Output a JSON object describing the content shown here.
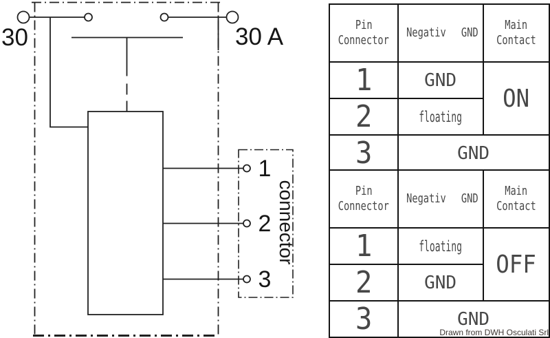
{
  "schematic": {
    "terminal_left_label": "30",
    "terminal_right_label": "30 A",
    "pin_labels": [
      "1",
      "2",
      "3"
    ],
    "connector_label": "connector"
  },
  "tables": {
    "on": {
      "header": {
        "col1": [
          "Pin",
          "Connector"
        ],
        "col2": [
          "Negativ",
          "GND"
        ],
        "col3": [
          "Main",
          "Contact"
        ]
      },
      "rows": {
        "r1": {
          "pin": "1",
          "neg": "GND"
        },
        "r2": {
          "pin": "2",
          "neg": "floating"
        },
        "r3": {
          "pin": "3",
          "neg": "GND"
        }
      },
      "main_contact": "ON"
    },
    "off": {
      "header": {
        "col1": [
          "Pin",
          "Connector"
        ],
        "col2": [
          "Negativ",
          "GND"
        ],
        "col3": [
          "Main",
          "Contact"
        ]
      },
      "rows": {
        "r1": {
          "pin": "1",
          "neg": "floating"
        },
        "r2": {
          "pin": "2",
          "neg": "GND"
        },
        "r3": {
          "pin": "3",
          "neg": "GND"
        }
      },
      "main_contact": "OFF"
    }
  },
  "credit": "Drawn from DWH Osculati Srl"
}
